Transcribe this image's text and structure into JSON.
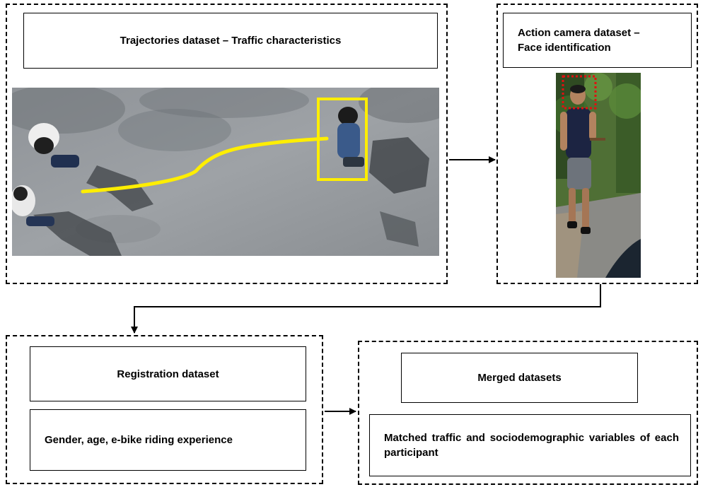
{
  "panels": {
    "trajectories": {
      "title": "Trajectories dataset – Traffic characteristics"
    },
    "action_camera": {
      "title_line1": "Action camera dataset –",
      "title_line2": "Face identification"
    },
    "registration": {
      "title": "Registration dataset",
      "details": "Gender, age, e-bike riding experience"
    },
    "merged": {
      "title": "Merged datasets",
      "details": "Matched traffic and sociodemographic variables of each participant"
    }
  },
  "colors": {
    "trajectory_line": "#ffee00",
    "tracking_box": "#ffee00",
    "face_box": "#e11010",
    "border": "#000000"
  }
}
